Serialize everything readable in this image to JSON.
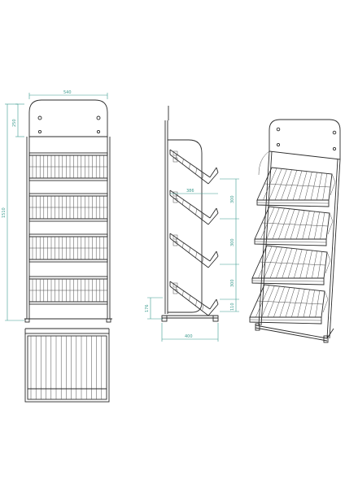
{
  "drawing": {
    "colors": {
      "line": "#2b2b2b",
      "dimension": "#3d9c8f",
      "background": "#ffffff"
    },
    "front_view": {
      "width_label": "540",
      "header_height_label": "250",
      "total_height_label": "1510",
      "shelf_count": 4
    },
    "side_view": {
      "depth_label": "386",
      "shelf_spacing_labels": [
        "300",
        "300",
        "300"
      ],
      "bottom_gap_label": "176",
      "base_offset_label": "110",
      "base_depth_label": "400"
    },
    "perspective_view": {
      "shelf_count": 4
    }
  }
}
